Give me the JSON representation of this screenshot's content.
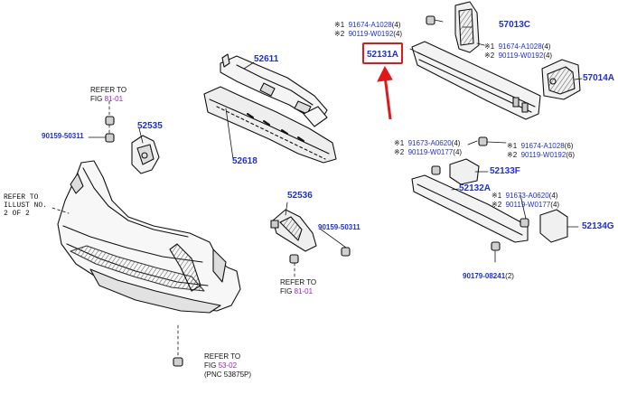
{
  "colors": {
    "part_number": "#1f2fd6",
    "highlight": "#e01818",
    "fig_ref": "#9a1fbf",
    "line": "#111111"
  },
  "highlighted_part": "52131A",
  "parts": {
    "p52611": "52611",
    "p52618": "52618",
    "p52535": "52535",
    "p52536": "52536",
    "p52131A": "52131A",
    "p57013C": "57013C",
    "p57014A": "57014A",
    "p52133F": "52133F",
    "p52132A": "52132A",
    "p52134G": "52134G"
  },
  "fasteners": {
    "f90159_left": "90159-50311",
    "f90159_mid": "90159-50311",
    "f90179": "90179-08241",
    "f90179_qty": "(2)"
  },
  "callouts": {
    "top_left_1": {
      "mark": "※1",
      "pn": "91674-A1028",
      "qty": "(4)"
    },
    "top_left_2": {
      "mark": "※2",
      "pn": "90119-W0192",
      "qty": "(4)"
    },
    "top_right_1": {
      "mark": "※1",
      "pn": "91674-A1028",
      "qty": "(4)"
    },
    "top_right_2": {
      "mark": "※2",
      "pn": "90119-W0192",
      "qty": "(4)"
    },
    "mid_left_1": {
      "mark": "※1",
      "pn": "91673-A0620",
      "qty": "(4)"
    },
    "mid_left_2": {
      "mark": "※2",
      "pn": "90119-W0177",
      "qty": "(4)"
    },
    "mid_right_1": {
      "mark": "※1",
      "pn": "91674-A1028",
      "qty": "(6)"
    },
    "mid_right_2": {
      "mark": "※2",
      "pn": "90119-W0192",
      "qty": "(6)"
    },
    "low_right_1": {
      "mark": "※1",
      "pn": "91673-A0620",
      "qty": "(4)"
    },
    "low_right_2": {
      "mark": "※2",
      "pn": "90119-W0177",
      "qty": "(4)"
    }
  },
  "refs": {
    "fig81_a": {
      "line1": "REFER TO",
      "fig": "FIG",
      "num": "81-01"
    },
    "fig81_b": {
      "line1": "REFER TO",
      "fig": "FIG",
      "num": "81-01"
    },
    "fig53": {
      "line1": "REFER TO",
      "fig": "FIG",
      "num": "53-02",
      "pnc": "(PNC 53875P)"
    },
    "illust": {
      "l1": "REFER TO",
      "l2": "ILLUST NO.",
      "l3": "2 OF 2"
    }
  }
}
